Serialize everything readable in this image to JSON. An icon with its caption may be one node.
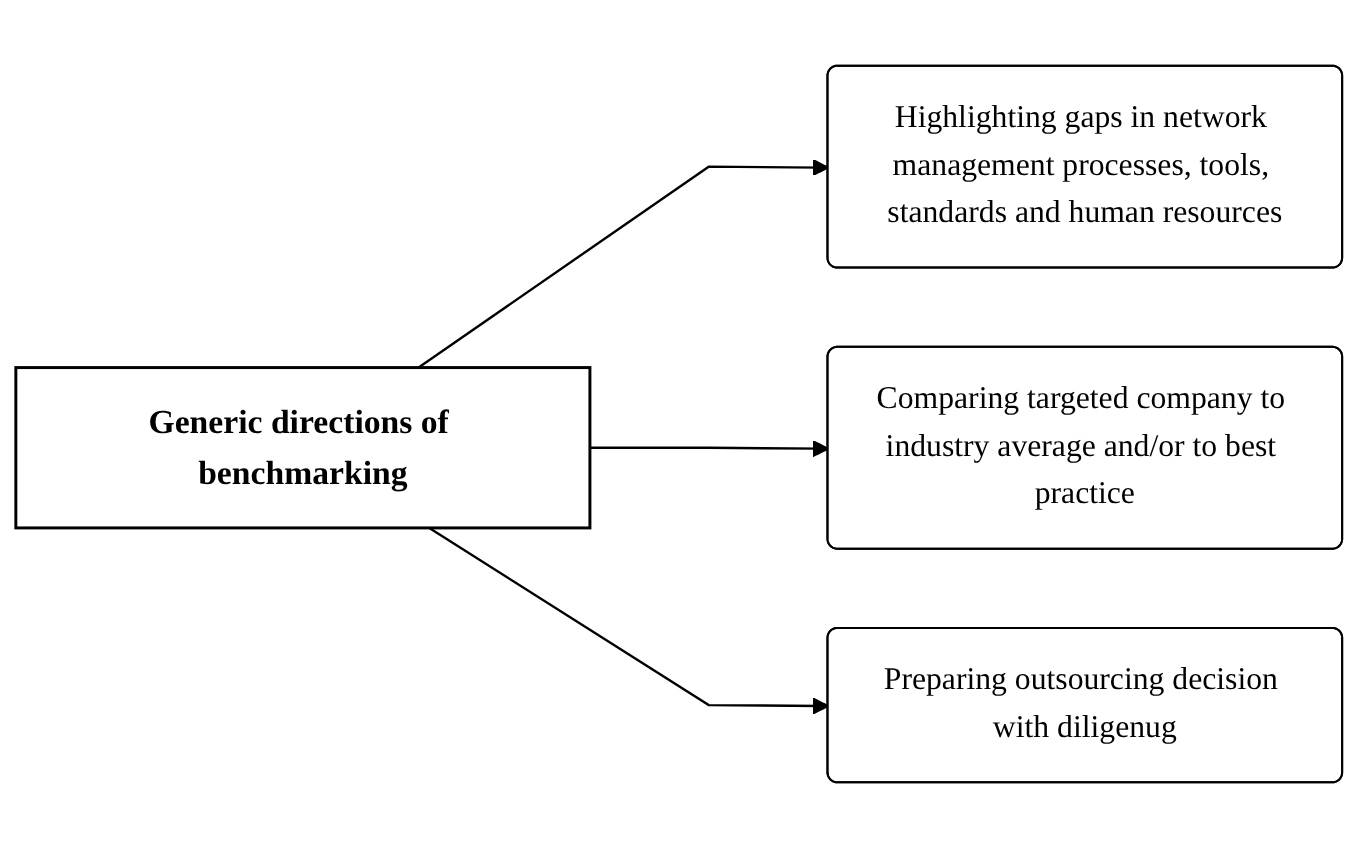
{
  "diagram": {
    "nodes": [
      {
        "text": [
          "Generic directions of benchmarking"
        ]
      },
      {
        "text": [
          "Highlighting gaps in network management processes, tools, standards and human resources"
        ]
      },
      {
        "text": [
          "Comparing targeted company to industry average and/or to best practice"
        ]
      },
      {
        "text": [
          "Preparing outsourcing decision with diligenug"
        ]
      }
    ],
    "edges": [
      {
        "from": 0,
        "to": 1,
        "arrow": "to"
      },
      {
        "from": 0,
        "to": 2,
        "arrow": "to"
      },
      {
        "from": 0,
        "to": 3,
        "arrow": "to"
      }
    ]
  }
}
